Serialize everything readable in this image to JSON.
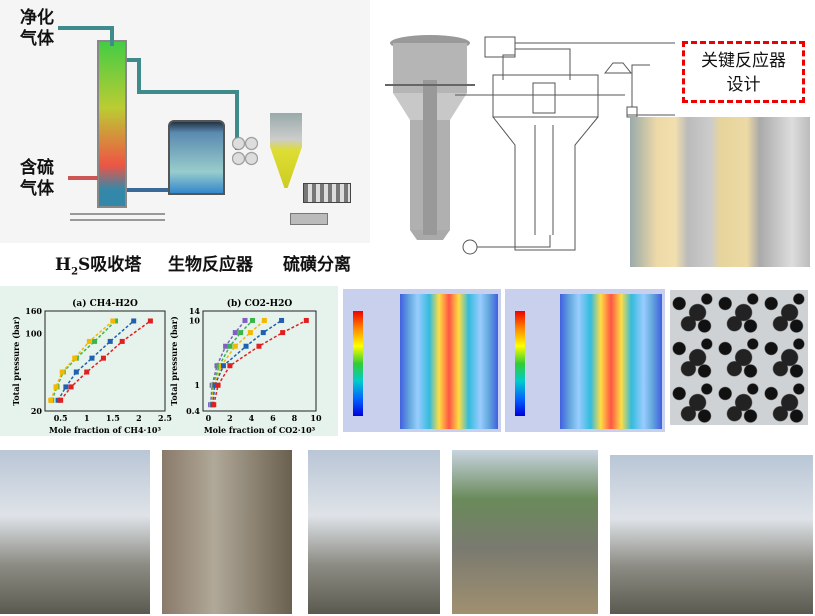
{
  "process_diagram": {
    "label_purified_gas": "净化\n气体",
    "label_purified_gas_l1": "净化",
    "label_purified_gas_l2": "气体",
    "label_sulfur_gas_l1": "含硫",
    "label_sulfur_gas_l2": "气体",
    "caption_absorber_prefix": "H",
    "caption_absorber_sub": "2",
    "caption_absorber_suffix": "S吸收塔",
    "caption_bioreactor": "生物反应器",
    "caption_sulfur_separation": "硫磺分离"
  },
  "key_reactor": {
    "line1": "关键反应器",
    "line2": "设计"
  },
  "colors": {
    "accent_red": "#e00000",
    "pipe": "#3f8a8a",
    "chart_bg": "#e6f2ec"
  },
  "chart_data": [
    {
      "type": "scatter",
      "title": "(a) CH4-H2O",
      "xlabel": "Mole fraction of CH4·10³",
      "ylabel": "Total pressure (bar)",
      "xlim": [
        0.2,
        2.5
      ],
      "ylim": [
        20,
        160
      ],
      "yscale": "log",
      "xticks": [
        "0.5",
        "1",
        "1.5",
        "2",
        "2.5"
      ],
      "xtick_values": [
        0.5,
        1,
        1.5,
        2,
        2.5
      ],
      "yticks": [
        "20",
        "100",
        "160"
      ],
      "ytick_values": [
        20,
        100,
        160
      ],
      "y": [
        25,
        33,
        45,
        60,
        85,
        130
      ],
      "series": [
        {
          "name": "green",
          "color": "#3cb44b",
          "x": [
            0.33,
            0.43,
            0.55,
            0.8,
            1.15,
            1.55
          ]
        },
        {
          "name": "yellow",
          "color": "#f5b800",
          "x": [
            0.31,
            0.41,
            0.53,
            0.77,
            1.05,
            1.5
          ]
        },
        {
          "name": "blue",
          "color": "#2060b0",
          "x": [
            0.45,
            0.6,
            0.8,
            1.1,
            1.45,
            1.9
          ]
        },
        {
          "name": "red",
          "color": "#e02020",
          "x": [
            0.5,
            0.7,
            1.0,
            1.32,
            1.68,
            2.22
          ]
        }
      ]
    },
    {
      "type": "scatter",
      "title": "(b) CO2-H2O",
      "xlabel": "Mole fraction of CO2·10³",
      "ylabel": "Total pressure (bar)",
      "xlim": [
        -0.5,
        10
      ],
      "ylim": [
        0.4,
        14
      ],
      "yscale": "log",
      "xticks": [
        "0",
        "2",
        "4",
        "6",
        "8",
        "10"
      ],
      "xtick_values": [
        0,
        2,
        4,
        6,
        8,
        10
      ],
      "yticks": [
        "0.4",
        "1",
        "10",
        "14"
      ],
      "ytick_values": [
        0.4,
        1,
        10,
        14
      ],
      "y": [
        0.5,
        1,
        2,
        4,
        6.5,
        10
      ],
      "series": [
        {
          "name": "purple",
          "color": "#8060c0",
          "x": [
            0.2,
            0.35,
            0.8,
            1.6,
            2.5,
            3.4
          ]
        },
        {
          "name": "green",
          "color": "#3cb44b",
          "x": [
            0.3,
            0.45,
            1.0,
            2.0,
            3.0,
            4.1
          ]
        },
        {
          "name": "yellow",
          "color": "#f5b800",
          "x": [
            0.35,
            0.5,
            1.2,
            2.5,
            3.9,
            5.2
          ]
        },
        {
          "name": "blue",
          "color": "#2060b0",
          "x": [
            0.4,
            0.6,
            1.4,
            3.5,
            5.1,
            6.8
          ]
        },
        {
          "name": "red",
          "color": "#e02020",
          "x": [
            0.5,
            0.9,
            2.0,
            4.7,
            6.9,
            9.1
          ]
        }
      ]
    }
  ]
}
